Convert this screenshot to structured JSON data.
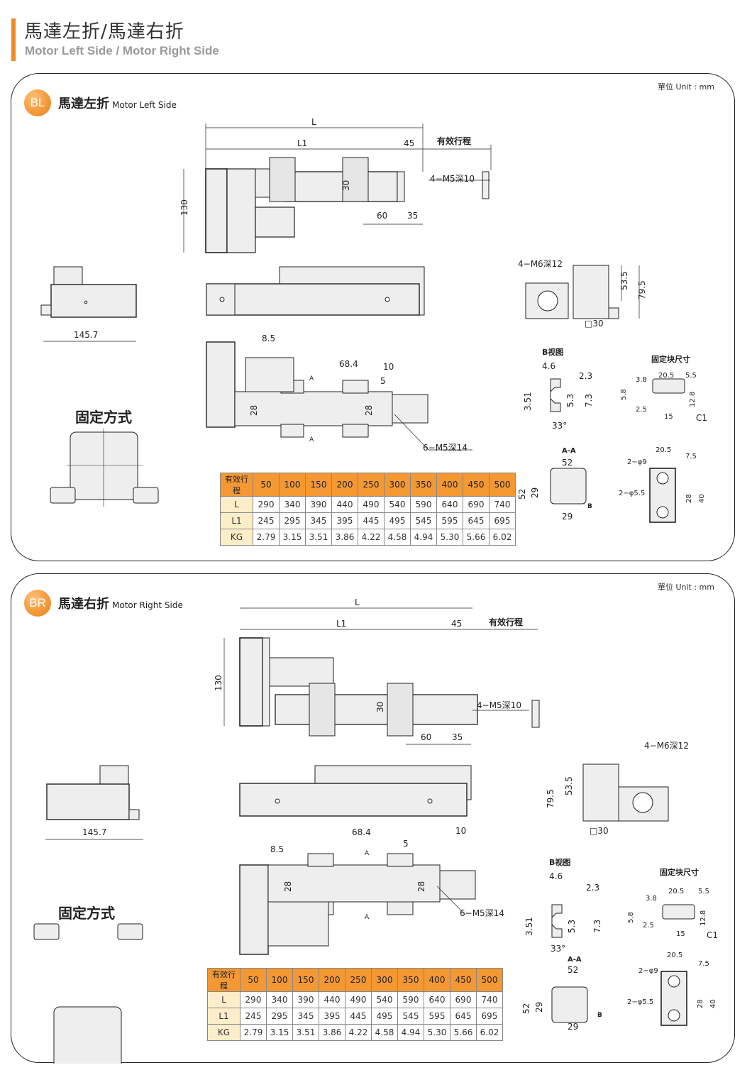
{
  "header": {
    "title": "馬達左折/馬達右折",
    "subtitle": "Motor Left Side / Motor Right Side",
    "accent_color": "#f08a24"
  },
  "panels": [
    {
      "id": "BL",
      "badge": "BL",
      "title": "馬達左折",
      "subtitle": "Motor Left Side",
      "unit": "單位 Unit : mm",
      "fix_title": "固定方式",
      "dims": {
        "L": "L",
        "L1": "L1",
        "d45": "45",
        "stroke": "有效行程",
        "d130": "130",
        "d30": "30",
        "d60": "60",
        "d35": "35",
        "tap_top": "4−M5深10",
        "d145": "145.7",
        "tap_end": "4−M6深12",
        "d535": "53.5",
        "d795": "79.5",
        "sq30": "□30",
        "d85": "8.5",
        "d684": "68.4",
        "d10": "10",
        "d5": "5",
        "d28": "28",
        "sectionA": "A",
        "tap_bottom": "6−M5深14",
        "bview": "B视图",
        "b46": "4.6",
        "b23": "2.3",
        "b351": "3.51",
        "b53": "5.3",
        "b73": "7.3",
        "b33": "33°",
        "blk_title": "固定块尺寸",
        "k38": "3.8",
        "k205": "20.5",
        "k55": "5.5",
        "k58": "5.8",
        "k25": "2.5",
        "k15": "15",
        "k128": "12.8",
        "kc1": "C1",
        "aa": "A-A",
        "a52": "52",
        "a29": "29",
        "aB": "B",
        "p205": "20.5",
        "p75": "7.5",
        "p9": "2−φ9",
        "p55": "2−φ5.5",
        "p28": "28",
        "p40": "40"
      }
    },
    {
      "id": "BR",
      "badge": "BR",
      "title": "馬達右折",
      "subtitle": "Motor Right Side",
      "unit": "單位 Unit : mm",
      "fix_title": "固定方式"
    }
  ],
  "spec_table": {
    "header_label": "有效行程",
    "strokes": [
      "50",
      "100",
      "150",
      "200",
      "250",
      "300",
      "350",
      "400",
      "450",
      "500"
    ],
    "rows": [
      {
        "label": "L",
        "values": [
          "290",
          "340",
          "390",
          "440",
          "490",
          "540",
          "590",
          "640",
          "690",
          "740"
        ]
      },
      {
        "label": "L1",
        "values": [
          "245",
          "295",
          "345",
          "395",
          "445",
          "495",
          "545",
          "595",
          "645",
          "695"
        ]
      },
      {
        "label": "KG",
        "values": [
          "2.79",
          "3.15",
          "3.51",
          "3.86",
          "4.22",
          "4.58",
          "4.94",
          "5.30",
          "5.66",
          "6.02"
        ]
      }
    ]
  }
}
